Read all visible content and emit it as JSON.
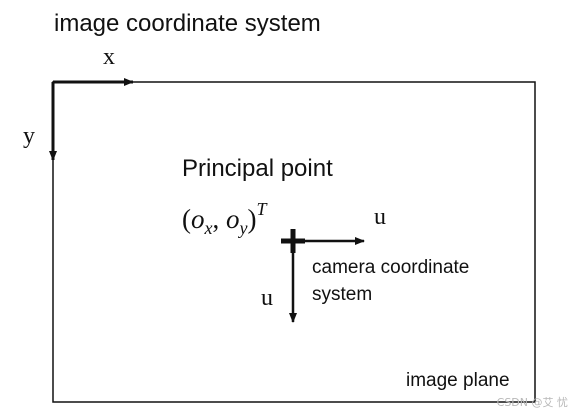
{
  "title": "image coordinate system",
  "image_axes": {
    "x_label": "x",
    "y_label": "y"
  },
  "principal_point": {
    "label": "Principal point",
    "coord_open": "(",
    "coord_o1": "o",
    "coord_sub1": "x",
    "coord_comma": ", ",
    "coord_o2": "o",
    "coord_sub2": "y",
    "coord_close": ")",
    "coord_sup": "T"
  },
  "camera_axes": {
    "horizontal_label": "u",
    "vertical_label": "u",
    "caption_line1": "camera coordinate",
    "caption_line2": "system"
  },
  "plane_label": "image plane",
  "watermark": "CSDN @艾 忧",
  "colors": {
    "stroke": "#111111",
    "background": "#ffffff",
    "watermark": "#b8b8b8"
  }
}
